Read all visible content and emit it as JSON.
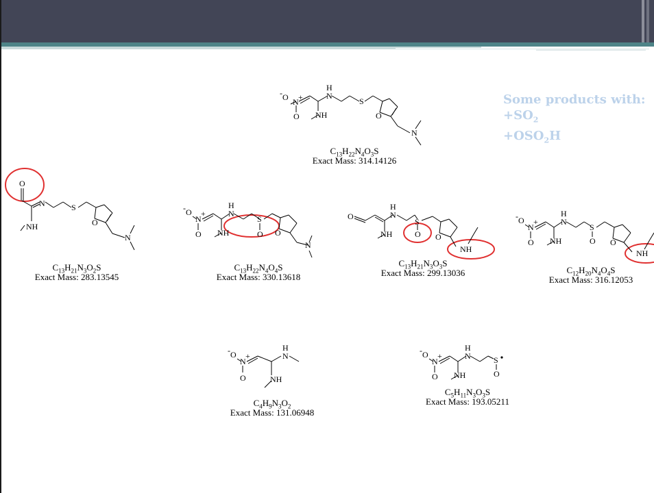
{
  "slide": {
    "accent_colors": {
      "header": "#424556",
      "band": "#4e8488",
      "highlight_text": "#bcd2ea",
      "marker": "#e03030"
    },
    "annotation": {
      "line1": "Some products with:",
      "line2_prefix": "+SO",
      "line2_sub": "2",
      "line3_prefix": "+OSO",
      "line3_sub": "2",
      "line3_suffix": "H"
    }
  },
  "molecules": {
    "parent": {
      "formula_html": "C<sub>13</sub>H<sub>22</sub>N<sub>4</sub>O<sub>3</sub>S",
      "mass": "Exact Mass: 314.14126"
    },
    "p1": {
      "formula_html": "C<sub>13</sub>H<sub>21</sub>N<sub>3</sub>O<sub>2</sub>S",
      "mass": "Exact Mass: 283.13545"
    },
    "p2": {
      "formula_html": "C<sub>13</sub>H<sub>22</sub>N<sub>4</sub>O<sub>4</sub>S",
      "mass": "Exact Mass: 330.13618"
    },
    "p3": {
      "formula_html": "C<sub>13</sub>H<sub>21</sub>N<sub>3</sub>O<sub>3</sub>S",
      "mass": "Exact Mass: 299.13036"
    },
    "p4": {
      "formula_html": "C<sub>12</sub>H<sub>20</sub>N<sub>4</sub>O<sub>4</sub>S",
      "mass": "Exact Mass: 316.12053"
    },
    "p5": {
      "formula_html": "C<sub>4</sub>H<sub>9</sub>N<sub>3</sub>O<sub>2</sub>",
      "mass": "Exact Mass: 131.06948"
    },
    "p6": {
      "formula_html": "C<sub>5</sub>H<sub>11</sub>N<sub>3</sub>O<sub>3</sub>S",
      "mass": "Exact Mass: 193.05211"
    }
  },
  "atom_labels": {
    "O": "O",
    "Ominus": "O",
    "minus": "-",
    "Nplus": "N",
    "plus": "+",
    "N": "N",
    "H": "H",
    "NH": "NH",
    "S": "S"
  }
}
